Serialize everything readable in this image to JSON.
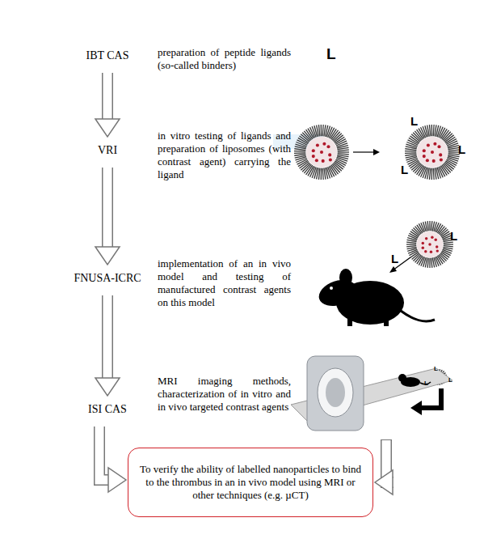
{
  "diagram": {
    "nodes": [
      {
        "text": [
          "IBT CAS"
        ]
      },
      {
        "text": [
          "VRI"
        ]
      },
      {
        "text": [
          "FNUSA-ICRC"
        ]
      },
      {
        "text": [
          "ISI CAS"
        ]
      },
      {
        "text": [
          "To verify the ability of labelled nanoparticles to bind to the thrombus in an in vivo model using MRI or other techniques (e.g. µCT)"
        ]
      }
    ],
    "edges": [
      {
        "from": 0,
        "to": 1,
        "arrow": "to"
      },
      {
        "from": 1,
        "to": 2,
        "arrow": "to"
      },
      {
        "from": 2,
        "to": 3,
        "arrow": "to"
      },
      {
        "from": 3,
        "to": 4,
        "arrow": "to"
      }
    ],
    "labels": [
      "preparation of peptide ligands (so-called binders)",
      "in vitro testing of ligands and preparation of liposomes (with contrast agent) carrying the ligand",
      "implementation of an in vivo model and testing of manufactured contrast agents on this model",
      "MRI imaging methods, characterization of in vitro and in vivo targeted contrast agents",
      "L",
      "L",
      "L",
      "L",
      "L",
      "L",
      "L",
      "L",
      "L"
    ]
  }
}
